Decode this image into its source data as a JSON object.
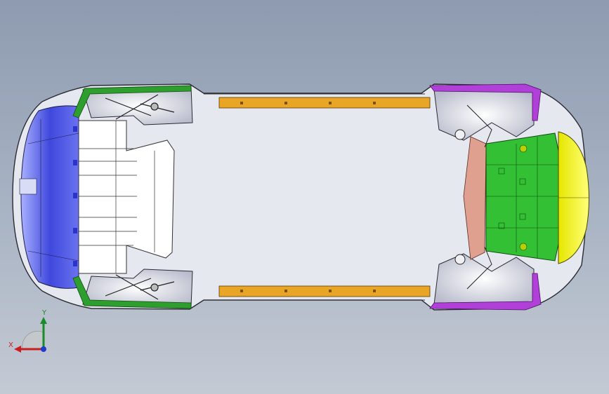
{
  "viewport": {
    "background_top": "#8e9bb0",
    "background_bottom": "#c4cad4"
  },
  "model": {
    "parts": [
      {
        "name": "rear-bumper-beam",
        "color": "#4d55e0"
      },
      {
        "name": "rear-floor-panel",
        "color": "#ffffff"
      },
      {
        "name": "rear-wheelhouse-inner",
        "color": "#e8e8f0"
      },
      {
        "name": "rear-wheelhouse-flange",
        "color": "#2e9e2e"
      },
      {
        "name": "side-sill-rail",
        "color": "#e9a526"
      },
      {
        "name": "front-subframe-plate",
        "color": "#34c034"
      },
      {
        "name": "front-bumper-cover",
        "color": "#f5f52a"
      },
      {
        "name": "front-wheelhouse-flange",
        "color": "#b040d8"
      },
      {
        "name": "front-crossmember",
        "color": "#e0a090"
      }
    ]
  },
  "triad": {
    "x_label": "X",
    "y_label": "Y",
    "x_color": "#c81e1e",
    "y_color": "#1a8a2a",
    "z_color": "#1e3cc8"
  }
}
